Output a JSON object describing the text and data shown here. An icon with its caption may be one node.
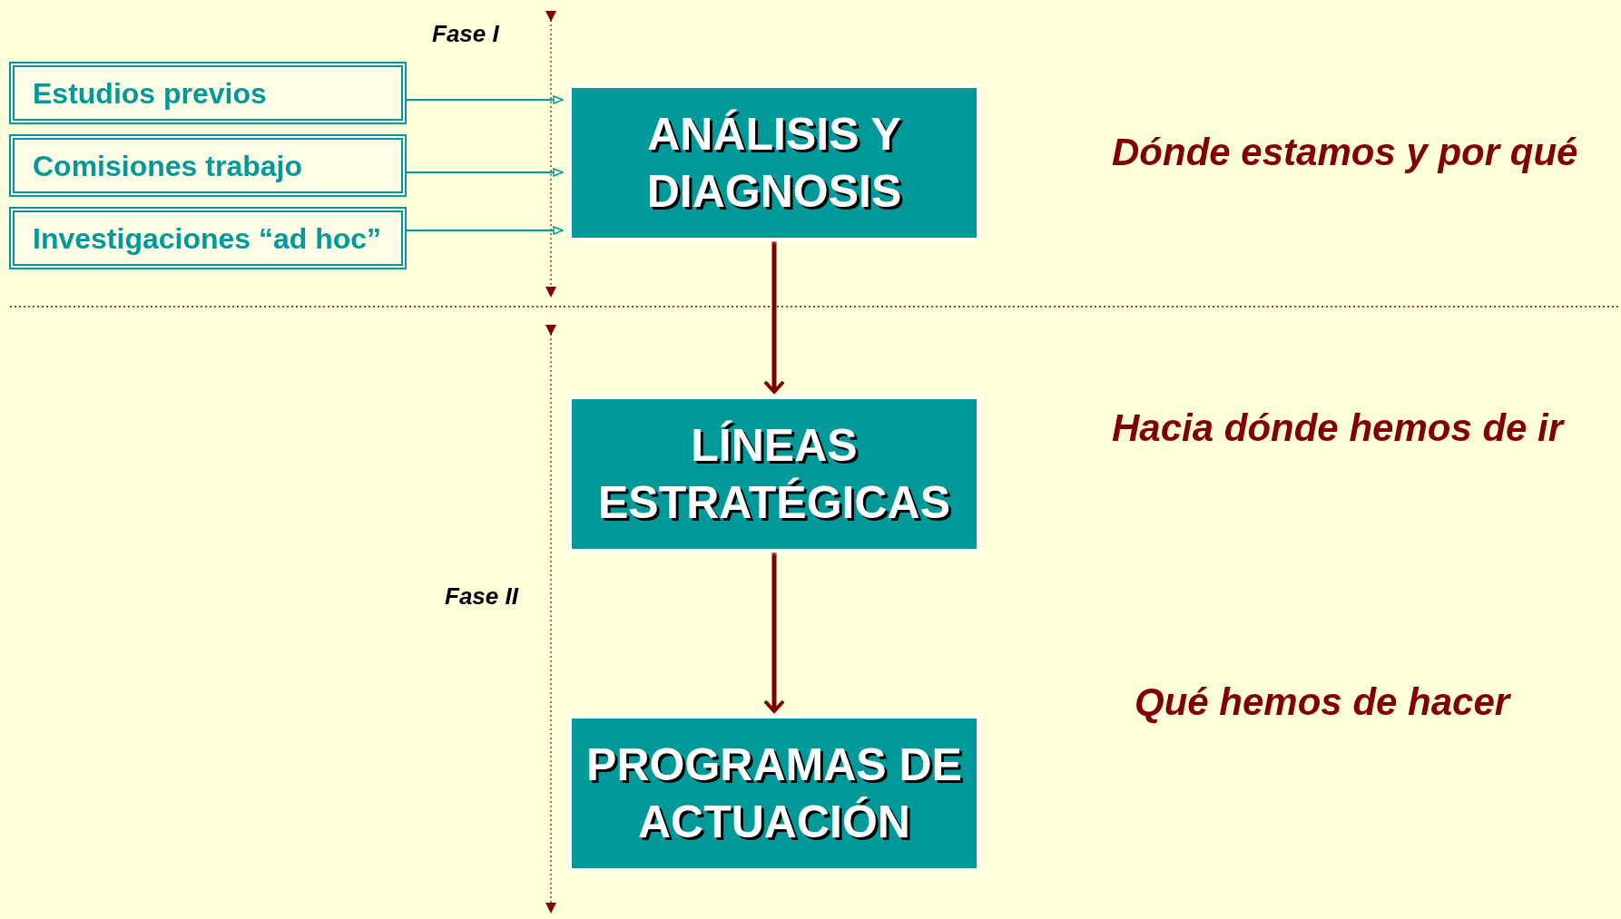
{
  "diagram": {
    "nodes": [
      {
        "text": [
          "Estudios previos"
        ]
      },
      {
        "text": [
          "Comisiones trabajo"
        ]
      },
      {
        "text": [
          "Investigaciones “ad hoc”"
        ]
      },
      {
        "text": [
          "ANÁLISIS Y DIAGNOSIS"
        ]
      },
      {
        "text": [
          "LÍNEAS ESTRATÉGICAS"
        ]
      },
      {
        "text": [
          "PROGRAMAS DE ACTUACIÓN"
        ]
      }
    ],
    "edges": [
      {
        "from": 0,
        "to": 3,
        "arrow": "to"
      },
      {
        "from": 1,
        "to": 3,
        "arrow": "to"
      },
      {
        "from": 2,
        "to": 3,
        "arrow": "to"
      },
      {
        "from": 3,
        "to": 4,
        "arrow": "to",
        "style": "thick",
        "color": "#800000"
      },
      {
        "from": 4,
        "to": 5,
        "arrow": "to",
        "style": "thick",
        "color": "#800000"
      }
    ],
    "labels": [
      "Fase I",
      "Dónde estamos y por qué",
      "Hacia dónde hemos de ir",
      "Fase II",
      "Qué hemos de hacer"
    ]
  }
}
